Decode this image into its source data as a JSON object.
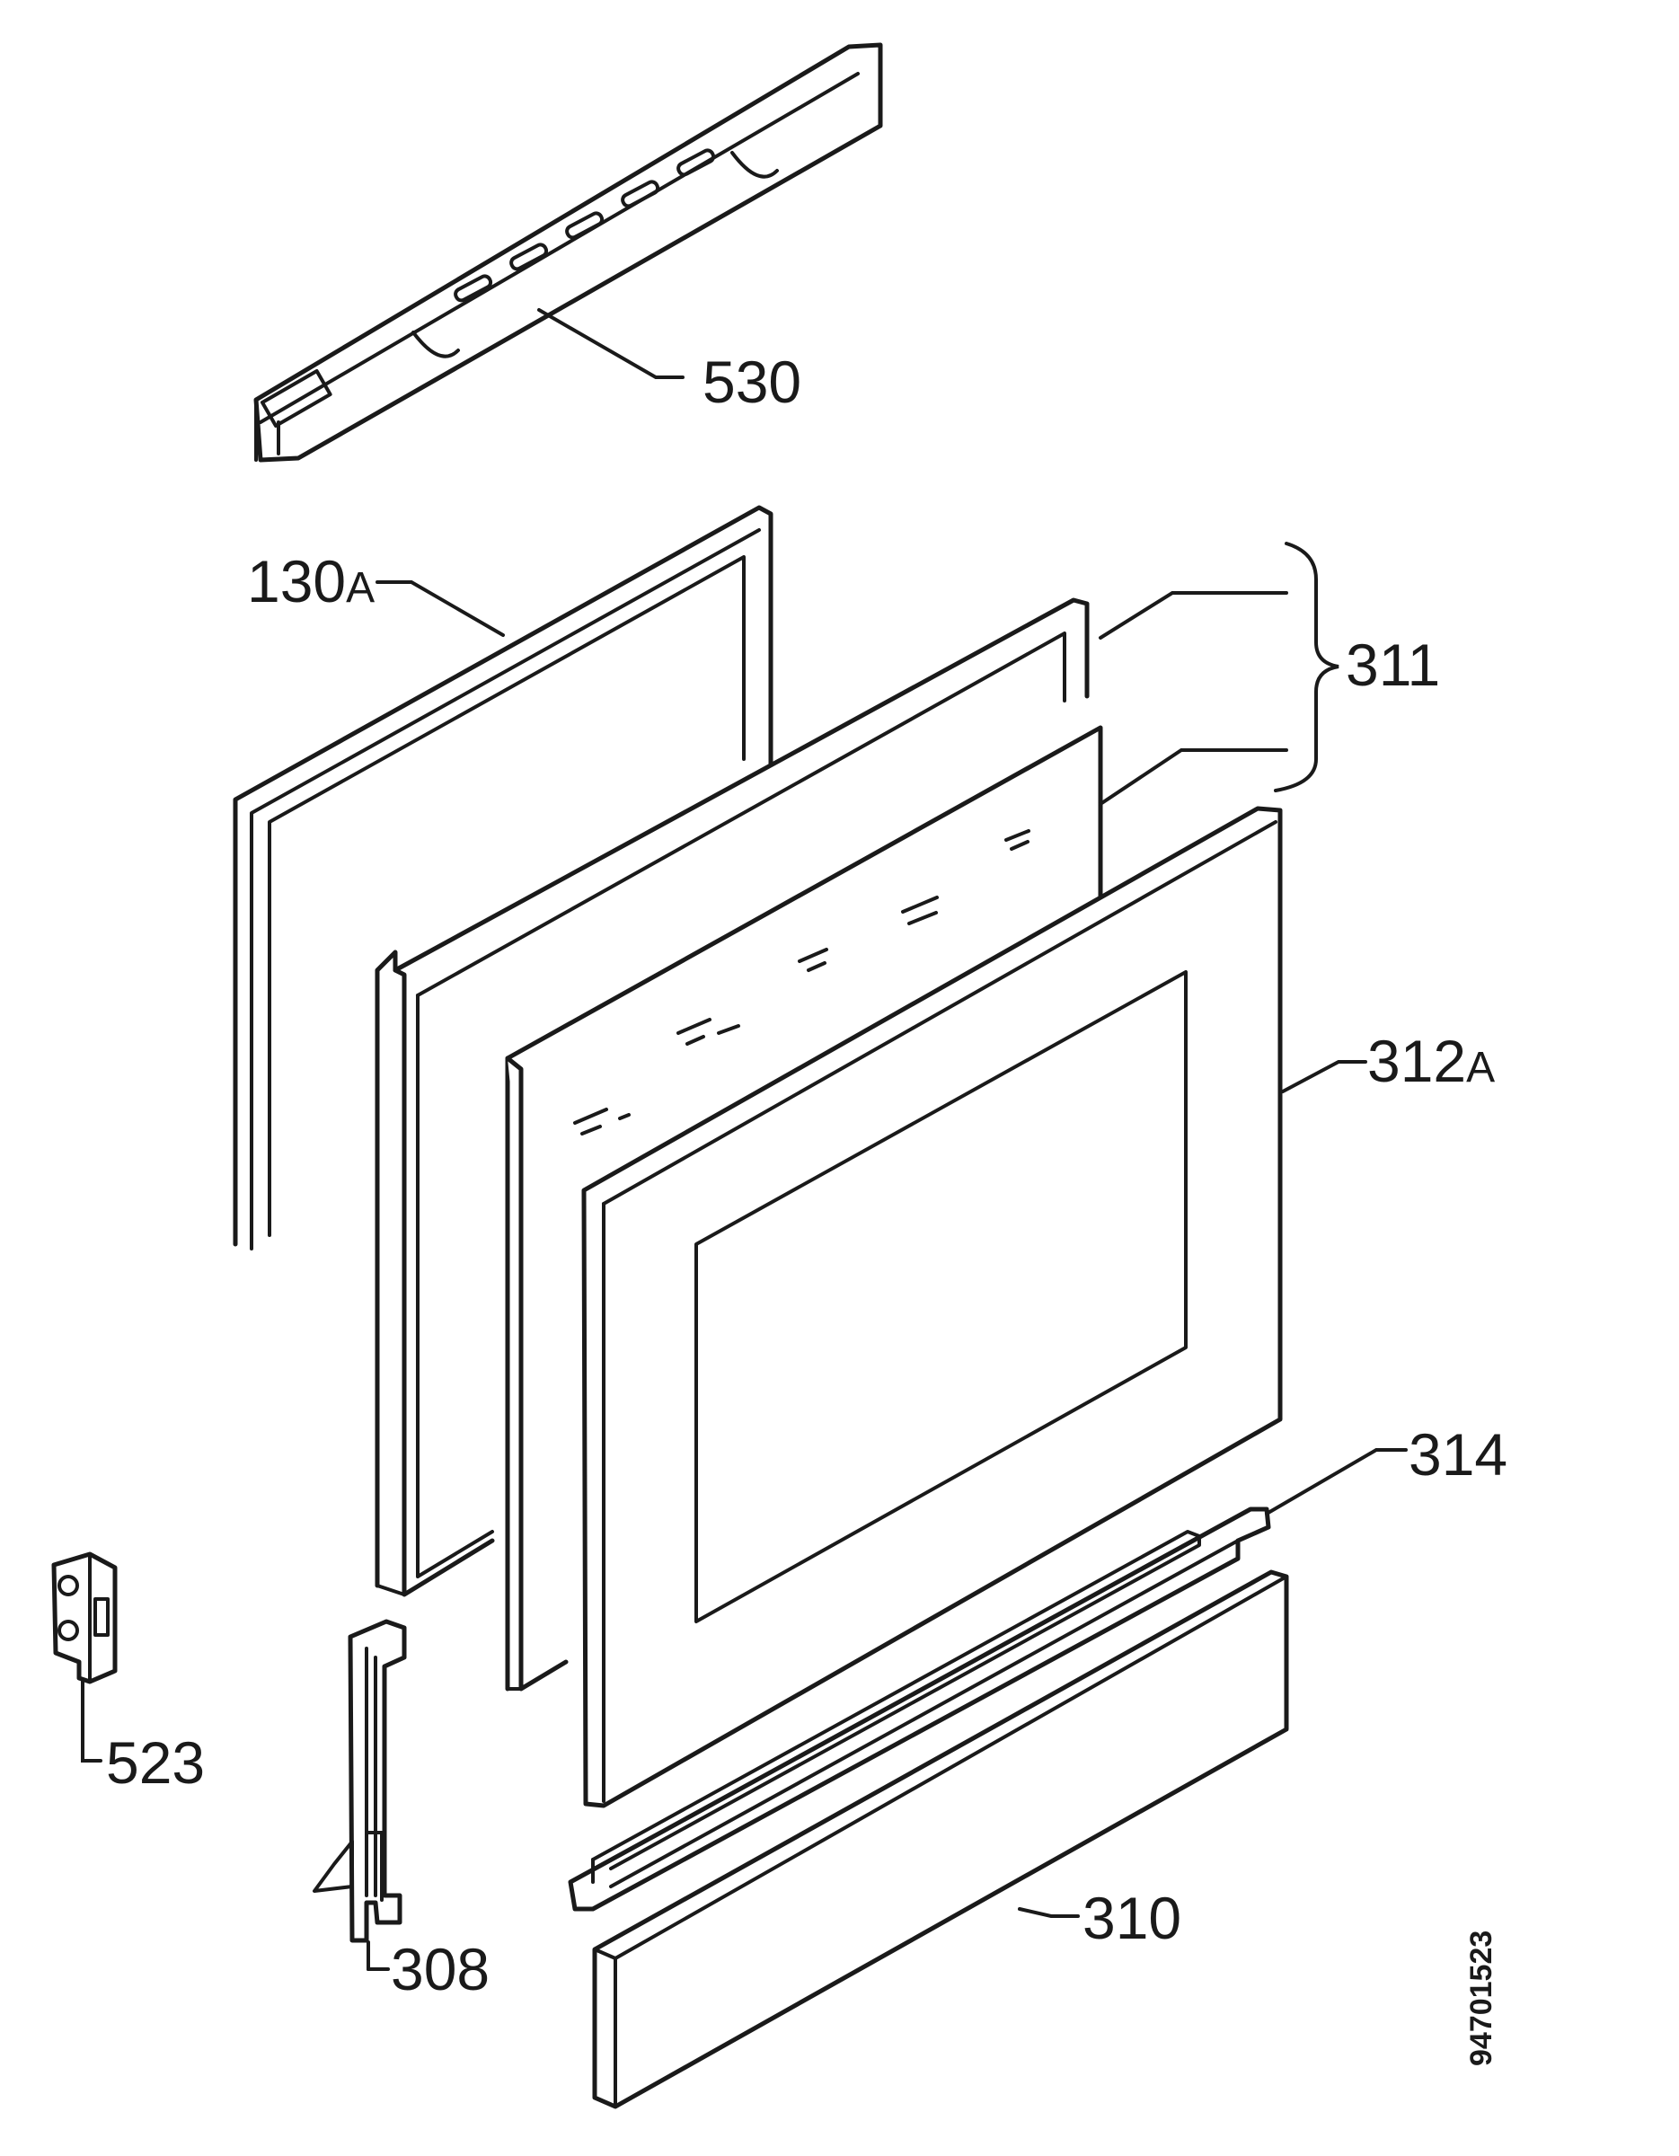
{
  "labels": {
    "p530": "530",
    "p130a_num": "130",
    "p130a_suffix": "A",
    "p311": "311",
    "p312a_num": "312",
    "p312a_suffix": "A",
    "p314": "314",
    "p523": "523",
    "p308": "308",
    "p310": "310"
  },
  "doc_number": "94701523",
  "colors": {
    "line": "#1a1a1a",
    "background": "#ffffff"
  }
}
